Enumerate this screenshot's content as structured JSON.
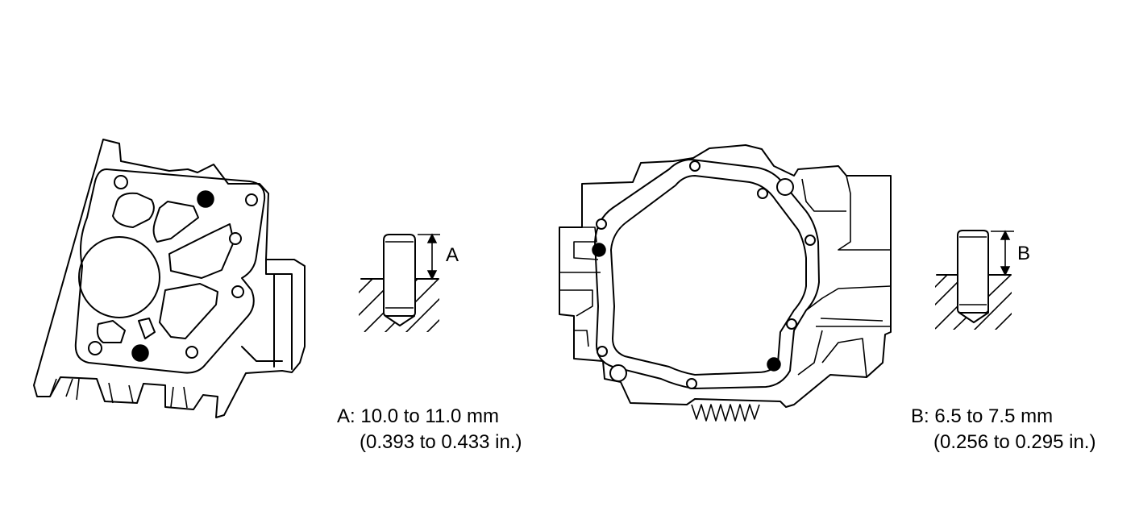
{
  "labels": {
    "dim_a_letter": "A",
    "dim_b_letter": "B"
  },
  "specs": {
    "a_line1": "A: 10.0 to 11.0 mm",
    "a_line2": "(0.393 to 0.433 in.)",
    "b_line1": "B: 6.5 to 7.5 mm",
    "b_line2": "(0.256 to 0.295 in.)"
  },
  "colors": {
    "ink": "#000000",
    "background": "#ffffff"
  },
  "icons": [
    "dowel-pin-icon",
    "dimension-arrow-icon",
    "hatched-surface-icon"
  ]
}
